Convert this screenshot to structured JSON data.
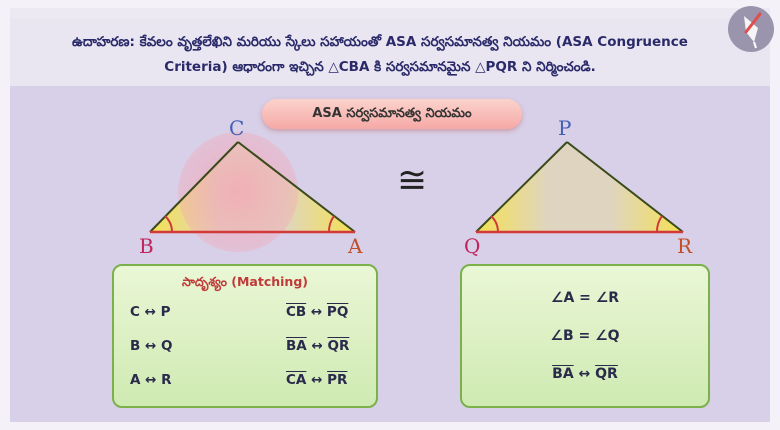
{
  "header": {
    "line1": "ఉదాహరణ:  కేవలం వృత్తలేఖిని మరియు స్కేలు సహాయంతో ASA సర్వసమానత్వ నియమం (ASA Congruence",
    "line2": "Criteria) ఆధారంగా ఇచ్చిన △CBA కి సర్వసమానమైన △PQR ని నిర్మించండి."
  },
  "title": "ASA సర్వసమానత్వ నియమం",
  "congruence_symbol": "≅",
  "triangle_left": {
    "top": "C",
    "left": "B",
    "right": "A"
  },
  "triangle_right": {
    "top": "P",
    "left": "Q",
    "right": "R"
  },
  "matching": {
    "title": "సాదృశ్యం (Matching)",
    "vertices": [
      {
        "left": "C",
        "arrow": "↔",
        "right": "P"
      },
      {
        "left": "B",
        "arrow": "↔",
        "right": "Q"
      },
      {
        "left": "A",
        "arrow": "↔",
        "right": "R"
      }
    ],
    "sides": [
      {
        "left": "CB",
        "arrow": "↔",
        "right": "PQ"
      },
      {
        "left": "BA",
        "arrow": "↔",
        "right": "QR"
      },
      {
        "left": "CA",
        "arrow": "↔",
        "right": "PR"
      }
    ]
  },
  "results": {
    "angle_a": "∠A = ∠R",
    "angle_b": "∠B = ∠Q",
    "side": {
      "left": "BA",
      "arrow": "↔",
      "right": "QR"
    }
  },
  "colors": {
    "vertex_left": "#c0245c",
    "vertex_top": "#4060b0",
    "vertex_right": "#c0502a",
    "base_line": "#d23a3a",
    "side_line": "#3a4a1a",
    "angle_fill": "#f6e24a"
  }
}
